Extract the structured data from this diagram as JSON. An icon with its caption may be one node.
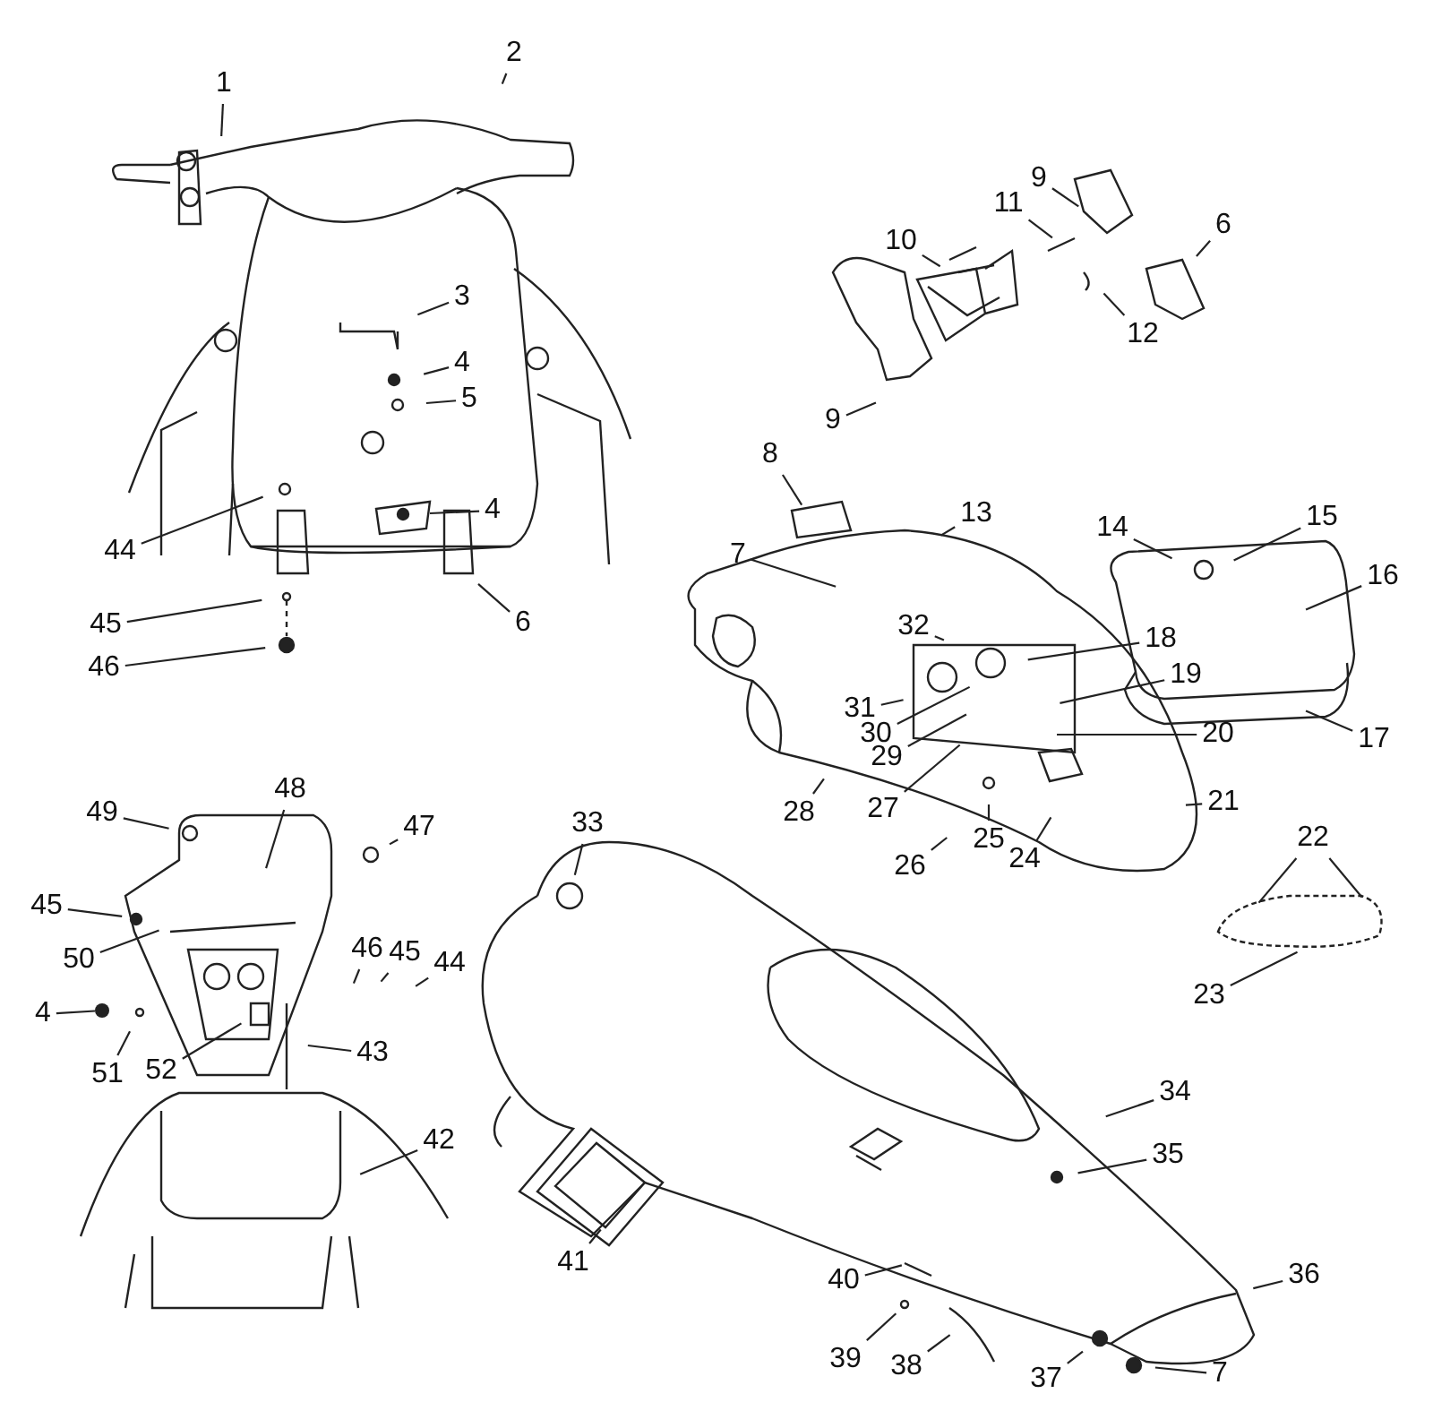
{
  "diagram": {
    "nodes": [
      {
        "text": [
          "1"
        ]
      },
      {
        "text": [
          "2"
        ]
      },
      {
        "text": [
          "3"
        ]
      },
      {
        "text": [
          "4"
        ]
      },
      {
        "text": [
          "5"
        ]
      },
      {
        "text": [
          "44"
        ]
      },
      {
        "text": [
          "4"
        ]
      },
      {
        "text": [
          "45"
        ]
      },
      {
        "text": [
          "6"
        ]
      },
      {
        "text": [
          "46"
        ]
      },
      {
        "text": [
          "9"
        ]
      },
      {
        "text": [
          "11"
        ]
      },
      {
        "text": [
          "10"
        ]
      },
      {
        "text": [
          "6"
        ]
      },
      {
        "text": [
          "12"
        ]
      },
      {
        "text": [
          "9"
        ]
      },
      {
        "text": [
          "8"
        ]
      },
      {
        "text": [
          "13"
        ]
      },
      {
        "text": [
          "7"
        ]
      },
      {
        "text": [
          "14"
        ]
      },
      {
        "text": [
          "15"
        ]
      },
      {
        "text": [
          "16"
        ]
      },
      {
        "text": [
          "32"
        ]
      },
      {
        "text": [
          "18"
        ]
      },
      {
        "text": [
          "31"
        ]
      },
      {
        "text": [
          "19"
        ]
      },
      {
        "text": [
          "30"
        ]
      },
      {
        "text": [
          "29"
        ]
      },
      {
        "text": [
          "20"
        ]
      },
      {
        "text": [
          "27"
        ]
      },
      {
        "text": [
          "28"
        ]
      },
      {
        "text": [
          "17"
        ]
      },
      {
        "text": [
          "21"
        ]
      },
      {
        "text": [
          "24"
        ]
      },
      {
        "text": [
          "26"
        ]
      },
      {
        "text": [
          "25"
        ]
      },
      {
        "text": [
          "22"
        ]
      },
      {
        "text": [
          "23"
        ]
      },
      {
        "text": [
          "49"
        ]
      },
      {
        "text": [
          "48"
        ]
      },
      {
        "text": [
          "47"
        ]
      },
      {
        "text": [
          "45"
        ]
      },
      {
        "text": [
          "50"
        ]
      },
      {
        "text": [
          "46"
        ]
      },
      {
        "text": [
          "45"
        ]
      },
      {
        "text": [
          "44"
        ]
      },
      {
        "text": [
          "4"
        ]
      },
      {
        "text": [
          "51"
        ]
      },
      {
        "text": [
          "52"
        ]
      },
      {
        "text": [
          "43"
        ]
      },
      {
        "text": [
          "42"
        ]
      },
      {
        "text": [
          "33"
        ]
      },
      {
        "text": [
          "34"
        ]
      },
      {
        "text": [
          "35"
        ]
      },
      {
        "text": [
          "41"
        ]
      },
      {
        "text": [
          "40"
        ]
      },
      {
        "text": [
          "36"
        ]
      },
      {
        "text": [
          "39"
        ]
      },
      {
        "text": [
          "38"
        ]
      },
      {
        "text": [
          "37"
        ]
      },
      {
        "text": [
          "7"
        ]
      },
      {
        "text": [],
        "shape": "circle"
      }
    ],
    "edges": [
      {
        "from": 0,
        "to": null,
        "arrow": "none"
      },
      {
        "from": 1,
        "to": null,
        "arrow": "none"
      },
      {
        "from": 2,
        "to": null,
        "arrow": "none"
      },
      {
        "from": 3,
        "to": null,
        "arrow": "none"
      },
      {
        "from": 4,
        "to": null,
        "arrow": "none"
      },
      {
        "from": 5,
        "to": null,
        "arrow": "none"
      },
      {
        "from": 6,
        "to": null,
        "arrow": "none"
      },
      {
        "from": 7,
        "to": null,
        "arrow": "none"
      },
      {
        "from": 8,
        "to": null,
        "arrow": "none"
      },
      {
        "from": 9,
        "to": null,
        "arrow": "none"
      },
      {
        "from": 10,
        "to": null,
        "arrow": "none"
      },
      {
        "from": 11,
        "to": null,
        "arrow": "none"
      },
      {
        "from": 12,
        "to": null,
        "arrow": "none"
      },
      {
        "from": 13,
        "to": null,
        "arrow": "none"
      },
      {
        "from": 14,
        "to": null,
        "arrow": "none"
      },
      {
        "from": 15,
        "to": null,
        "arrow": "none"
      },
      {
        "from": 16,
        "to": null,
        "arrow": "none"
      },
      {
        "from": 17,
        "to": null,
        "arrow": "none"
      },
      {
        "from": 18,
        "to": null,
        "arrow": "none"
      },
      {
        "from": 19,
        "to": null,
        "arrow": "none"
      },
      {
        "from": 20,
        "to": null,
        "arrow": "none"
      },
      {
        "from": 21,
        "to": null,
        "arrow": "none"
      },
      {
        "from": 22,
        "to": null,
        "arrow": "none"
      },
      {
        "from": 23,
        "to": null,
        "arrow": "none"
      },
      {
        "from": 24,
        "to": null,
        "arrow": "none"
      },
      {
        "from": 25,
        "to": null,
        "arrow": "none"
      },
      {
        "from": 26,
        "to": null,
        "arrow": "none"
      },
      {
        "from": 27,
        "to": null,
        "arrow": "none"
      },
      {
        "from": 28,
        "to": null,
        "arrow": "none"
      },
      {
        "from": 29,
        "to": null,
        "arrow": "none"
      },
      {
        "from": 30,
        "to": null,
        "arrow": "none"
      },
      {
        "from": 31,
        "to": null,
        "arrow": "none"
      },
      {
        "from": 32,
        "to": null,
        "arrow": "none"
      },
      {
        "from": 33,
        "to": null,
        "arrow": "none"
      },
      {
        "from": 34,
        "to": null,
        "arrow": "none"
      },
      {
        "from": 35,
        "to": null,
        "arrow": "none"
      },
      {
        "from": 36,
        "to": null,
        "arrow": "none"
      },
      {
        "from": 36,
        "to": null,
        "arrow": "none"
      },
      {
        "from": 37,
        "to": null,
        "arrow": "none"
      },
      {
        "from": 38,
        "to": null,
        "arrow": "none"
      },
      {
        "from": 39,
        "to": null,
        "arrow": "none"
      },
      {
        "from": 40,
        "to": null,
        "arrow": "none"
      },
      {
        "from": 41,
        "to": null,
        "arrow": "none"
      },
      {
        "from": 42,
        "to": null,
        "arrow": "none"
      },
      {
        "from": 43,
        "to": null,
        "arrow": "none"
      },
      {
        "from": 44,
        "to": null,
        "arrow": "none"
      },
      {
        "from": 45,
        "to": null,
        "arrow": "none"
      },
      {
        "from": 46,
        "to": 61,
        "arrow": "none"
      },
      {
        "from": 47,
        "to": null,
        "arrow": "none"
      },
      {
        "from": 48,
        "to": null,
        "arrow": "none"
      },
      {
        "from": 49,
        "to": null,
        "arrow": "none"
      },
      {
        "from": 50,
        "to": null,
        "arrow": "none"
      },
      {
        "from": 51,
        "to": null,
        "arrow": "none"
      },
      {
        "from": 52,
        "to": null,
        "arrow": "none"
      },
      {
        "from": 53,
        "to": null,
        "arrow": "none"
      },
      {
        "from": 54,
        "to": null,
        "arrow": "none"
      },
      {
        "from": 55,
        "to": null,
        "arrow": "none"
      },
      {
        "from": 56,
        "to": null,
        "arrow": "none"
      },
      {
        "from": 57,
        "to": null,
        "arrow": "none"
      },
      {
        "from": 58,
        "to": null,
        "arrow": "none"
      },
      {
        "from": 59,
        "to": null,
        "arrow": "none"
      },
      {
        "from": 60,
        "to": null,
        "arrow": "none"
      }
    ]
  }
}
